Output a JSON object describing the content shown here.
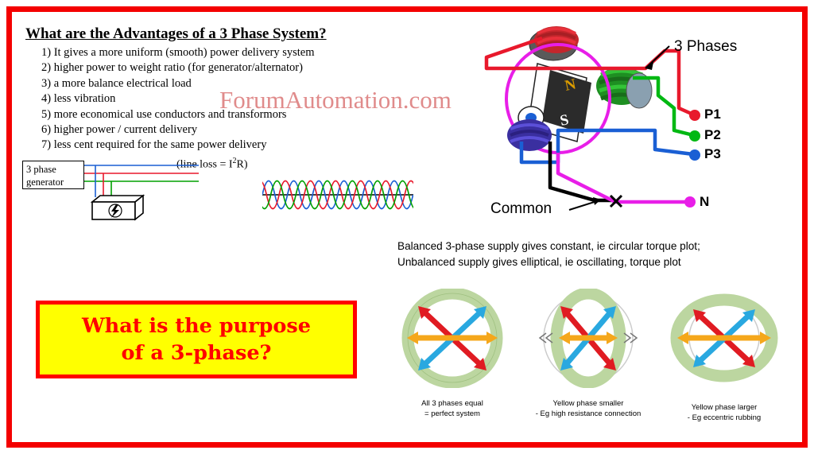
{
  "page": {
    "border_color": "#f40000",
    "background": "#ffffff"
  },
  "watermark": {
    "text": "ForumAutomation.com",
    "color": "#e08b8b"
  },
  "advantages": {
    "title": "What are the Advantages of a 3 Phase System?",
    "items": [
      "1) It gives a more uniform (smooth) power delivery system",
      "2) higher power to weight ratio (for generator/alternator)",
      "3) a more balance electrical load",
      "4) less vibration",
      "5) more economical use conductors and transformors",
      "6) higher power / current delivery",
      "7) less cent required for the same power delivery"
    ],
    "line_loss_note": "(line loss = I R)",
    "line_loss_exp": "2"
  },
  "generator_box": {
    "line1": "3 phase",
    "line2": "generator"
  },
  "motor_diagram": {
    "phases_label": "3 Phases",
    "common_label": "Common",
    "terminals": [
      {
        "name": "P1",
        "color": "#e8192c"
      },
      {
        "name": "P2",
        "color": "#00b812"
      },
      {
        "name": "P3",
        "color": "#1a5fd4"
      },
      {
        "name": "N",
        "color": "#e81ee8"
      }
    ],
    "rotor_poles": {
      "north": "N",
      "south": "S"
    }
  },
  "torque": {
    "caption_line1": "Balanced 3-phase supply gives constant, ie circular torque plot;",
    "caption_line2": "Unbalanced supply gives elliptical, ie oscillating, torque plot",
    "plots": [
      {
        "caption_line1": "All 3 phases equal",
        "caption_line2": "= perfect system"
      },
      {
        "caption_line1": "Yellow phase smaller",
        "caption_line2": "- Eg high resistance connection"
      },
      {
        "caption_line1": "Yellow phase larger",
        "caption_line2": "- Eg eccentric rubbing"
      }
    ],
    "arrow_colors": {
      "red": "#e01b22",
      "blue": "#29a8e0",
      "yellow": "#f5a71b",
      "ring": "#bcd6a0"
    }
  },
  "question_box": {
    "line1": "What is the purpose",
    "line2": "of a 3-phase?",
    "text_color": "#ff0000",
    "background": "#ffff00",
    "border_color": "#ff0000"
  },
  "waveform": {
    "colors": [
      "#1a5fd4",
      "#e8192c",
      "#00a000"
    ],
    "cycles": 3
  }
}
